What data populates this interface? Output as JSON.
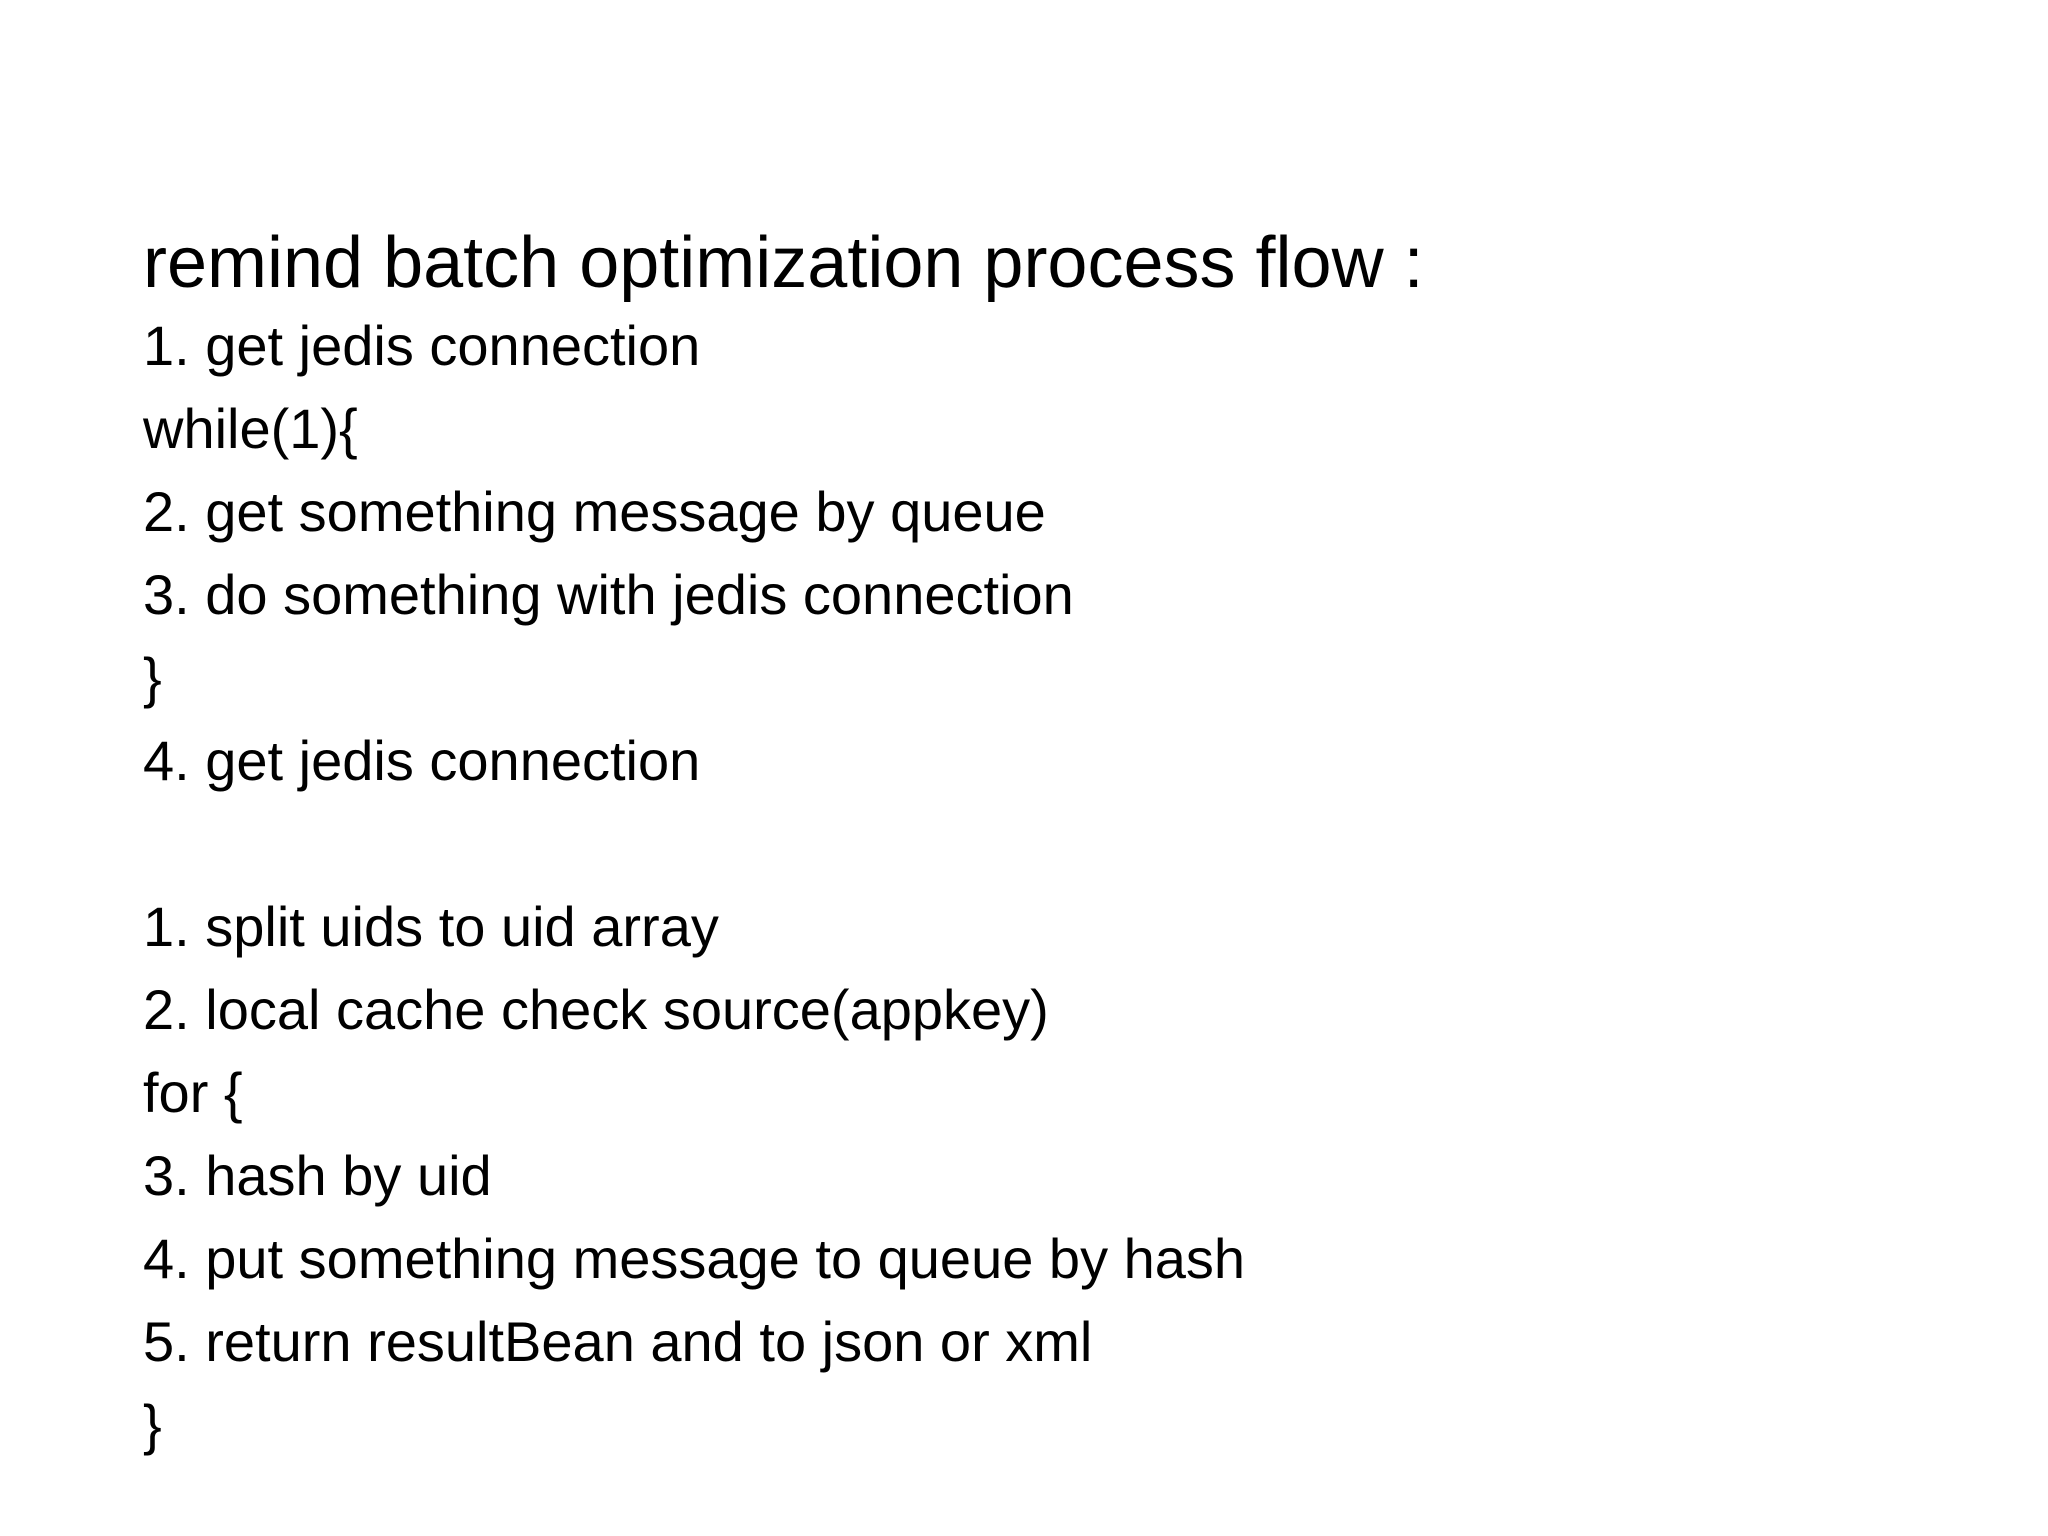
{
  "slide": {
    "title": "remind batch optimization process flow :",
    "block1": [
      "1. get jedis connection",
      "while(1){",
      "2. get something message by queue",
      "3. do something with jedis connection",
      "}",
      "4. get jedis connection"
    ],
    "block2": [
      "1. split uids to uid array",
      "2. local cache check source(appkey)",
      "for {",
      "3. hash by uid",
      "4. put something message to queue by hash",
      "5. return resultBean and to json or xml",
      "}"
    ]
  }
}
